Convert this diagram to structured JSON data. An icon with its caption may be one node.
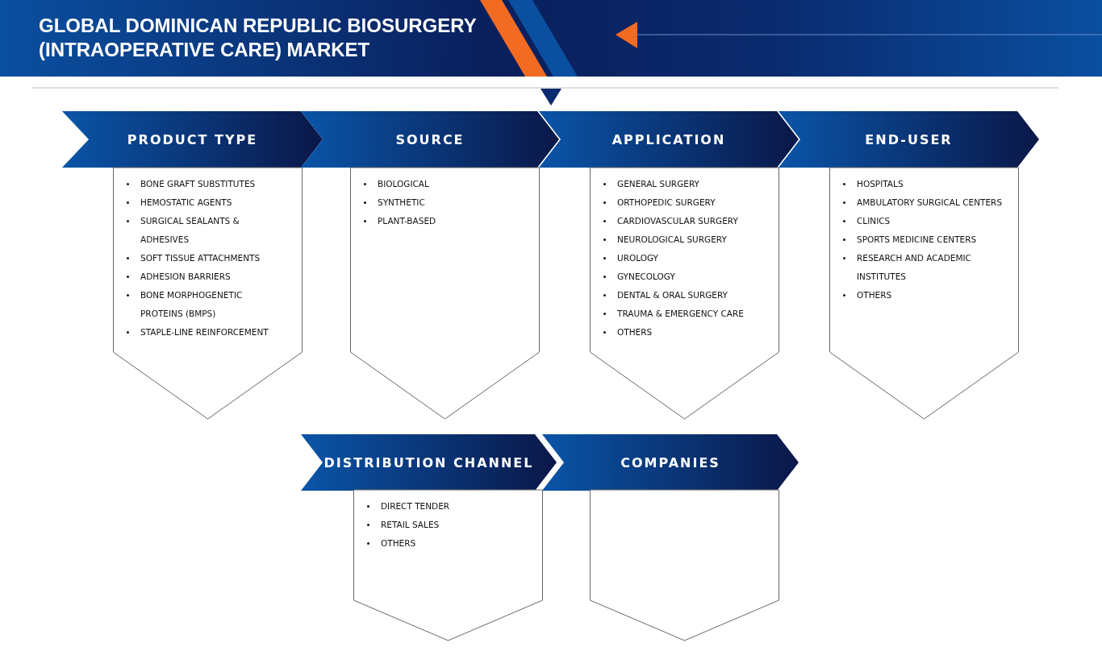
{
  "diagram": {
    "title": "GLOBAL DOMINICAN REPUBLIC BIOSURGERY (INTRAOPERATIVE CARE) MARKET",
    "nodes": [
      {
        "text": [
          "PRODUCT TYPE"
        ]
      },
      {
        "text": [
          "BONE GRAFT SUBSTITUTES",
          "HEMOSTATIC AGENTS",
          "SURGICAL SEALANTS & ADHESIVES",
          "SOFT TISSUE ATTACHMENTS",
          "ADHESION BARRIERS",
          "BONE MORPHOGENETIC PROTEINS (BMPS)",
          "STAPLE-LINE REINFORCEMENT"
        ]
      },
      {
        "text": [
          "SOURCE"
        ]
      },
      {
        "text": [
          "BIOLOGICAL",
          "SYNTHETIC",
          "PLANT-BASED"
        ]
      },
      {
        "text": [
          "APPLICATION"
        ]
      },
      {
        "text": [
          "GENERAL SURGERY",
          "ORTHOPEDIC SURGERY",
          "CARDIOVASCULAR SURGERY",
          "NEUROLOGICAL SURGERY",
          "UROLOGY",
          "GYNECOLOGY",
          "DENTAL & ORAL SURGERY",
          "TRAUMA & EMERGENCY CARE",
          "OTHERS"
        ]
      },
      {
        "text": [
          "END-USER"
        ]
      },
      {
        "text": [
          "HOSPITALS",
          "AMBULATORY SURGICAL CENTERS",
          "CLINICS",
          "SPORTS MEDICINE CENTERS",
          "RESEARCH AND ACADEMIC INSTITUTES",
          "OTHERS"
        ]
      },
      {
        "text": [
          "DISTRIBUTION CHANNEL"
        ]
      },
      {
        "text": [
          "DIRECT TENDER",
          "RETAIL SALES",
          "OTHERS"
        ]
      },
      {
        "text": [
          "COMPANIES"
        ]
      },
      {
        "text": [],
        "shape": "pentagon"
      }
    ],
    "edges": []
  }
}
